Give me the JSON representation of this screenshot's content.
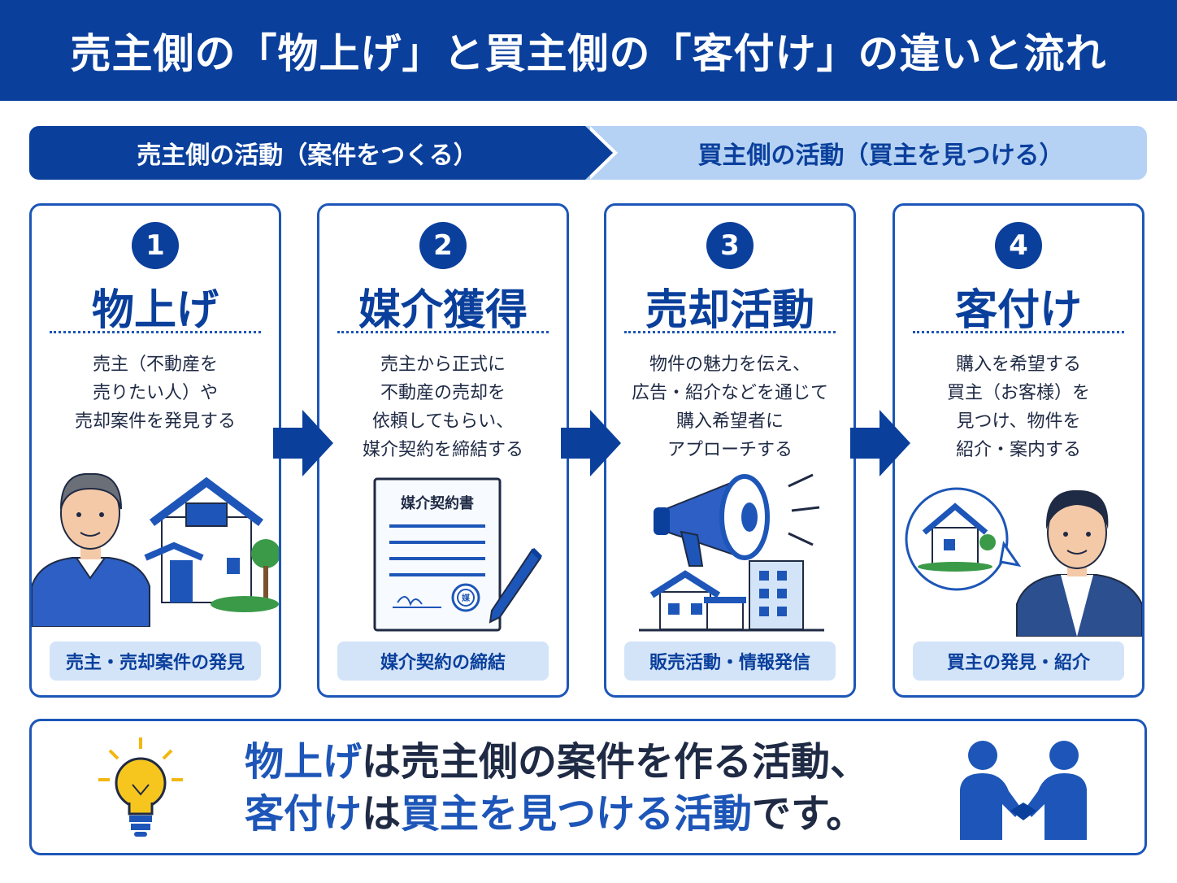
{
  "title": "売主側の「物上げ」と買主側の「客付け」の違いと流れ",
  "phases": {
    "seller": "売主側の活動（案件をつくる）",
    "buyer": "買主側の活動（買主を見つける）"
  },
  "steps": [
    {
      "number": "1",
      "title": "物上げ",
      "lines": [
        "売主（不動産を",
        "売りたい人）や",
        "売却案件を発見する"
      ],
      "badge": "売主・売却案件の発見"
    },
    {
      "number": "2",
      "title": "媒介獲得",
      "lines": [
        "売主から正式に",
        "不動産の売却を",
        "依頼してもらい、",
        "媒介契約を締結する"
      ],
      "badge": "媒介契約の締結",
      "document_title": "媒介契約書",
      "seal": "媒"
    },
    {
      "number": "3",
      "title": "売却活動",
      "lines": [
        "物件の魅力を伝え、",
        "広告・紹介などを通じて",
        "購入希望者に",
        "アプローチする"
      ],
      "badge": "販売活動・情報発信"
    },
    {
      "number": "4",
      "title": "客付け",
      "lines": [
        "購入を希望する",
        "買主（お客様）を",
        "見つけ、物件を",
        "紹介・案内する"
      ],
      "badge": "買主の発見・紹介"
    }
  ],
  "summary": {
    "line1_hl": "物上げ",
    "line1_rest": "は売主側の案件を作る活動、",
    "line2_hl1": "客付け",
    "line2_mid": "は",
    "line2_hl2": "買主を見つける活動",
    "line2_end": "です。"
  },
  "icons": [
    "lightbulb-icon",
    "handshake-icon",
    "arrow-right-icon",
    "megaphone-icon",
    "house-icon",
    "contract-icon",
    "pen-icon"
  ],
  "colors": {
    "primary": "#0a3f9c",
    "accent": "#1d56b8",
    "light": "#b5d2f4",
    "badge": "#d3e4f8"
  }
}
